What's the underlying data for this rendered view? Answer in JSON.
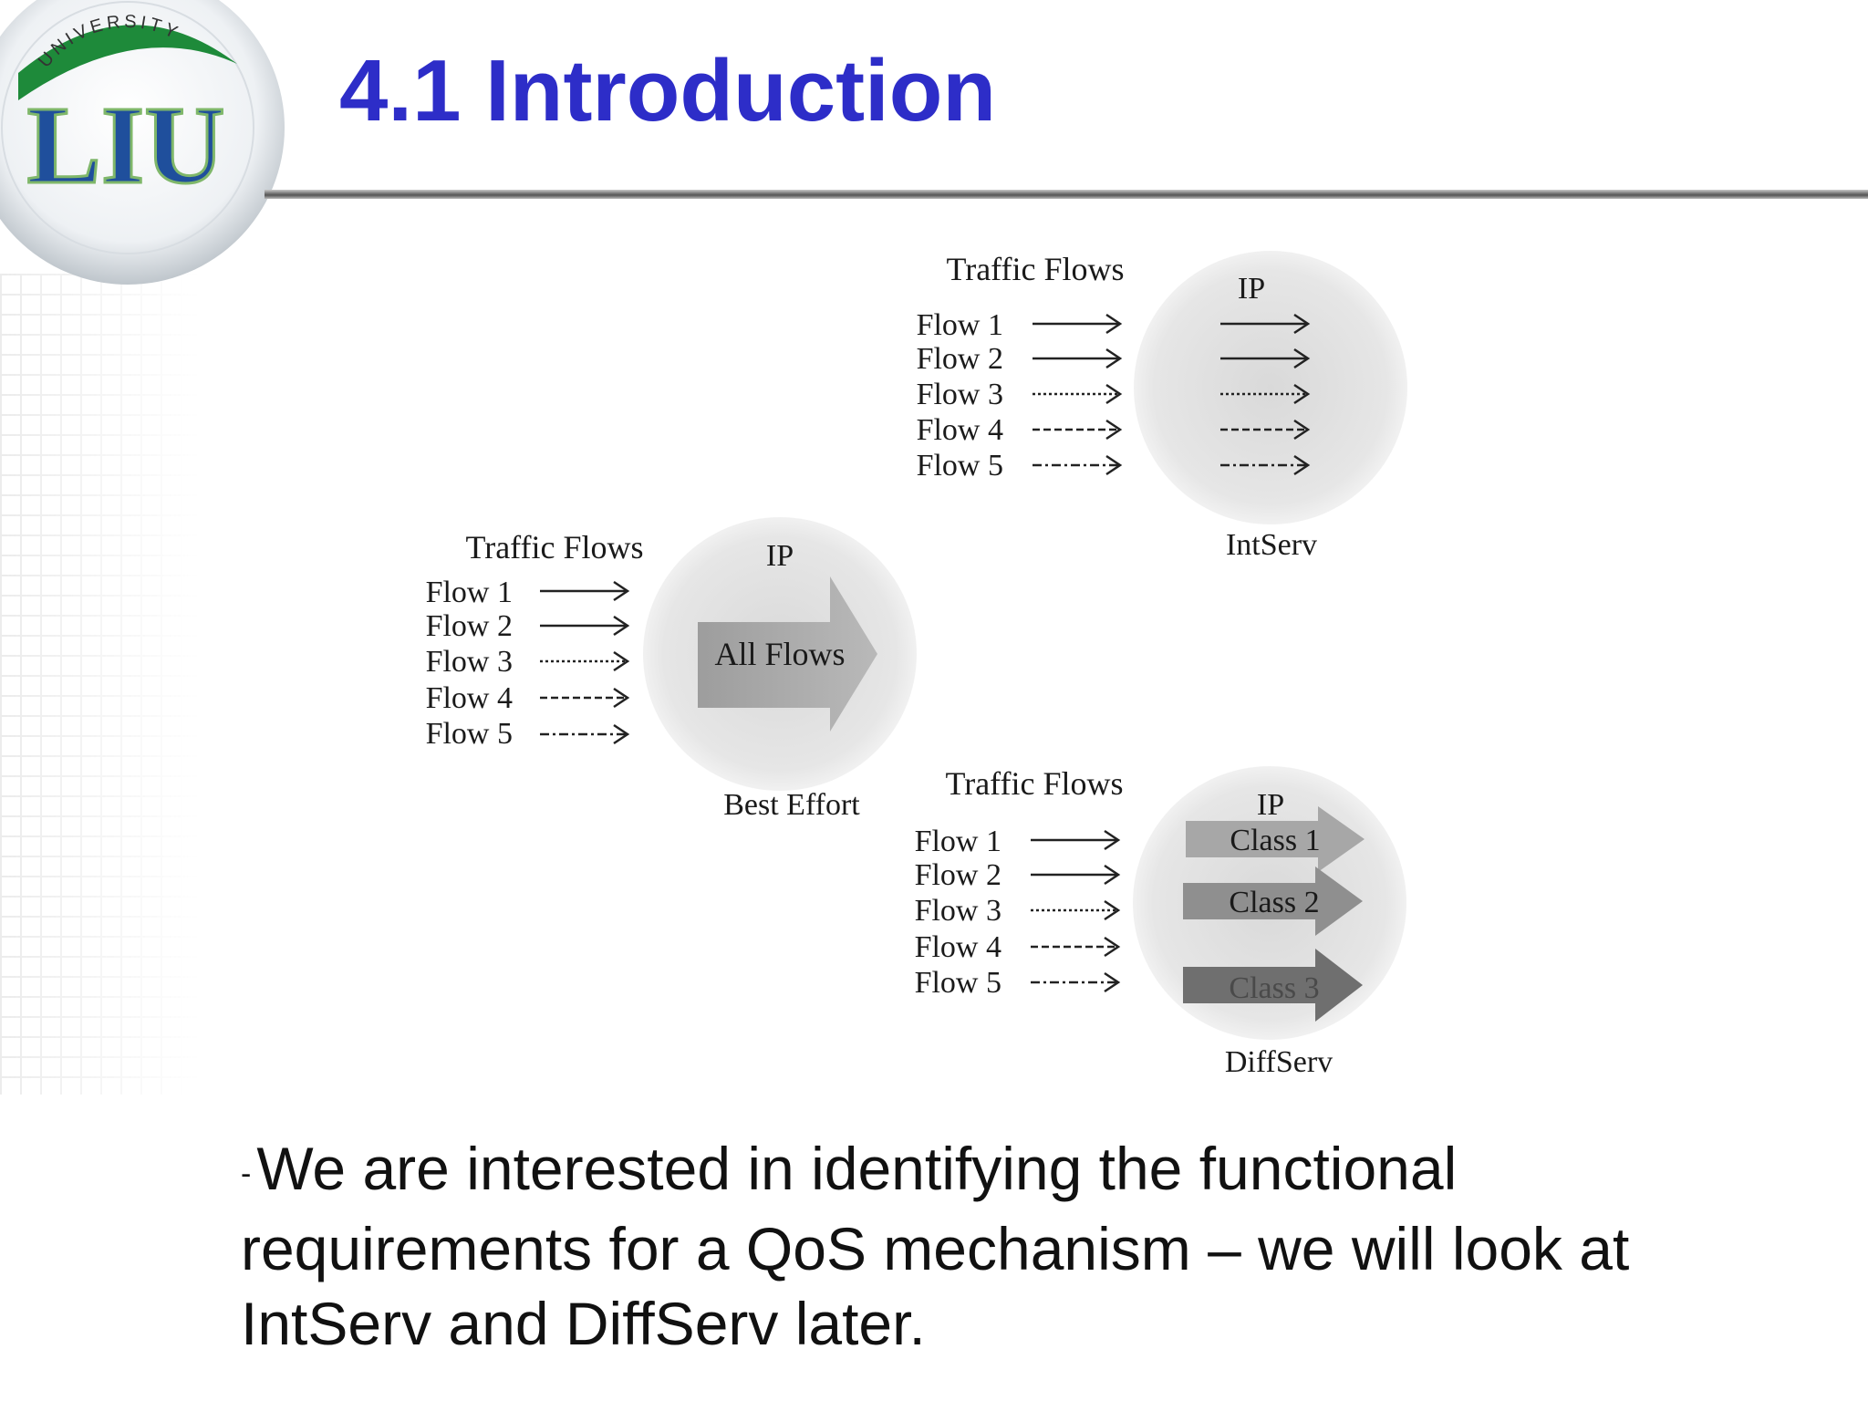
{
  "slide": {
    "logo_text": "LIU",
    "logo_arc_text": "UNIVERSITY",
    "title": "4.1 Introduction"
  },
  "diagram": {
    "best_effort": {
      "header": "Traffic Flows",
      "flows": [
        "Flow 1",
        "Flow 2",
        "Flow 3",
        "Flow 4",
        "Flow 5"
      ],
      "network": "IP",
      "aggregate_label": "All Flows",
      "caption": "Best Effort"
    },
    "intserv": {
      "header": "Traffic Flows",
      "flows": [
        "Flow 1",
        "Flow 2",
        "Flow 3",
        "Flow 4",
        "Flow 5"
      ],
      "network": "IP",
      "caption": "IntServ"
    },
    "diffserv": {
      "header": "Traffic Flows",
      "flows": [
        "Flow 1",
        "Flow 2",
        "Flow 3",
        "Flow 4",
        "Flow 5"
      ],
      "network": "IP",
      "classes": [
        "Class 1",
        "Class 2",
        "Class 3"
      ],
      "caption": "DiffServ"
    }
  },
  "body": {
    "bullet": "-",
    "text": "We are interested in identifying the functional requirements for a QoS mechanism – we will look at IntServ and DiffServ later."
  },
  "colors": {
    "title": "#2d2dc8",
    "logo_blue": "#1f4f9c",
    "logo_green": "#1e8a3a"
  }
}
